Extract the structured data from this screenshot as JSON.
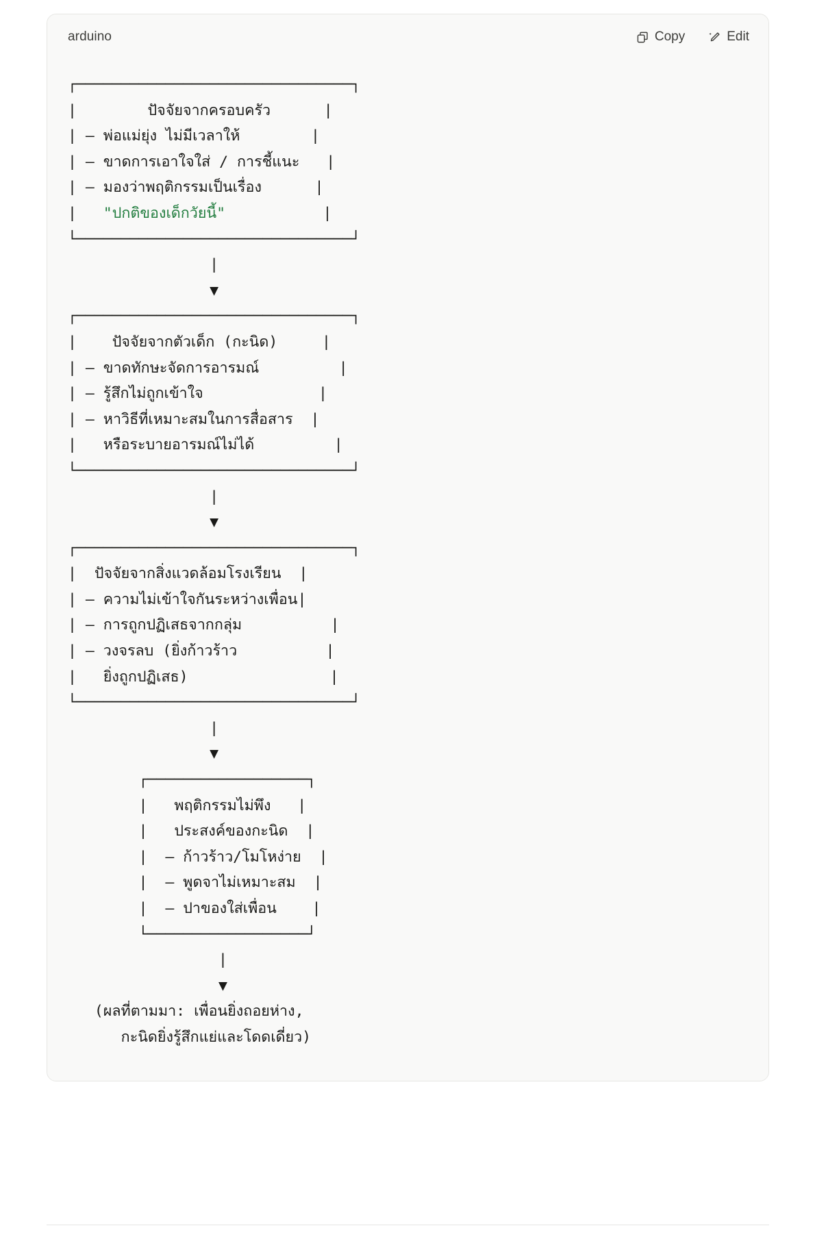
{
  "code_block": {
    "language_label": "arduino",
    "actions": [
      {
        "id": "copy",
        "label": "Copy",
        "icon": "copy-icon"
      },
      {
        "id": "edit",
        "label": "Edit",
        "icon": "edit-pen-icon"
      }
    ],
    "colors": {
      "card_background": "#f9f9f8",
      "card_border": "#e6e6e3",
      "text": "#1a1a18",
      "string_green": "#227d3f",
      "header_text": "#3d3d3a"
    },
    "diagram": {
      "type": "ascii-flowchart",
      "nodes": [
        {
          "id": "family-factors",
          "title": "ปัจจัยจากครอบครัว",
          "lines": [
            "– พ่อแม่ยุ่ง ไม่มีเวลาให้",
            "– ขาดการเอาใจใส่ / การชี้แนะ",
            "– มองว่าพฤติกรรมเป็นเรื่อง",
            "\"ปกติของเด็กวัยนี้\""
          ],
          "highlight_line": "\"ปกติของเด็กวัยนี้\""
        },
        {
          "id": "child-factors",
          "title": "ปัจจัยจากตัวเด็ก (กะนิด)",
          "lines": [
            "– ขาดทักษะจัดการอารมณ์",
            "– รู้สึกไม่ถูกเข้าใจ",
            "– หาวิธีที่เหมาะสมในการสื่อสาร",
            "หรือระบายอารมณ์ไม่ได้"
          ]
        },
        {
          "id": "school-factors",
          "title": "ปัจจัยจากสิ่งแวดล้อมโรงเรียน",
          "lines": [
            "– ความไม่เข้าใจกันระหว่างเพื่อน",
            "– การถูกปฏิเสธจากกลุ่ม",
            "– วงจรลบ (ยิ่งก้าวร้าว",
            "ยิ่งถูกปฏิเสธ)"
          ]
        },
        {
          "id": "undesired-behavior",
          "title": "พฤติกรรมไม่พึง\nประสงค์ของกะนิด",
          "lines": [
            "– ก้าวร้าว/โมโหง่าย",
            "– พูดจาไม่เหมาะสม",
            "– ปาของใส่เพื่อน"
          ]
        }
      ],
      "outcome": "(ผลที่ตามมา: เพื่อนยิ่งถอยห่าง,\n  กะนิดยิ่งรู้สึกแย่และโดดเดี่ยว)",
      "ascii_art_plain": "┌───────────────────────────────┐\n|        ปัจจัยจากครอบครัว      |\n| – พ่อแม่ยุ่ง ไม่มีเวลาให้        |\n| – ขาดการเอาใจใส่ / การชี้แนะ   |\n| – มองว่าพฤติกรรมเป็นเรื่อง      |\n|   \"ปกติของเด็กวัยนี้\"           |\n└───────────────────────────────┘\n                ▼\n┌───────────────────────────────┐\n|    ปัจจัยจากตัวเด็ก (กะนิด)     |\n| – ขาดทักษะจัดการอารมณ์         |\n| – รู้สึกไม่ถูกเข้าใจ             |\n| – หาวิธีที่เหมาะสมในการสื่อสาร  |\n|   หรือระบายอารมณ์ไม่ได้         |\n└───────────────────────────────┘\n                ▼\n┌───────────────────────────────┐\n|  ปัจจัยจากสิ่งแวดล้อมโรงเรียน  |\n| – ความไม่เข้าใจกันระหว่างเพื่อน|\n| – การถูกปฏิเสธจากกลุ่ม          |\n| – วงจรลบ (ยิ่งก้าวร้าว          |\n|   ยิ่งถูกปฏิเสธ)                |\n└───────────────────────────────┘\n                ▼\n        ┌──────────────────┐\n        |   พฤติกรรมไม่พึง   |\n        |   ประสงค์ของกะนิด  |\n        |  – ก้าวร้าว/โมโหง่าย  |\n        |  – พูดจาไม่เหมาะสม  |\n        |  – ปาของใส่เพื่อน    |\n        └──────────────────┘\n                 ▼\n   (ผลที่ตามมา: เพื่อนยิ่งถอยห่าง,\n      กะนิดยิ่งรู้สึกแย่และโดดเดี่ยว)"
    }
  }
}
